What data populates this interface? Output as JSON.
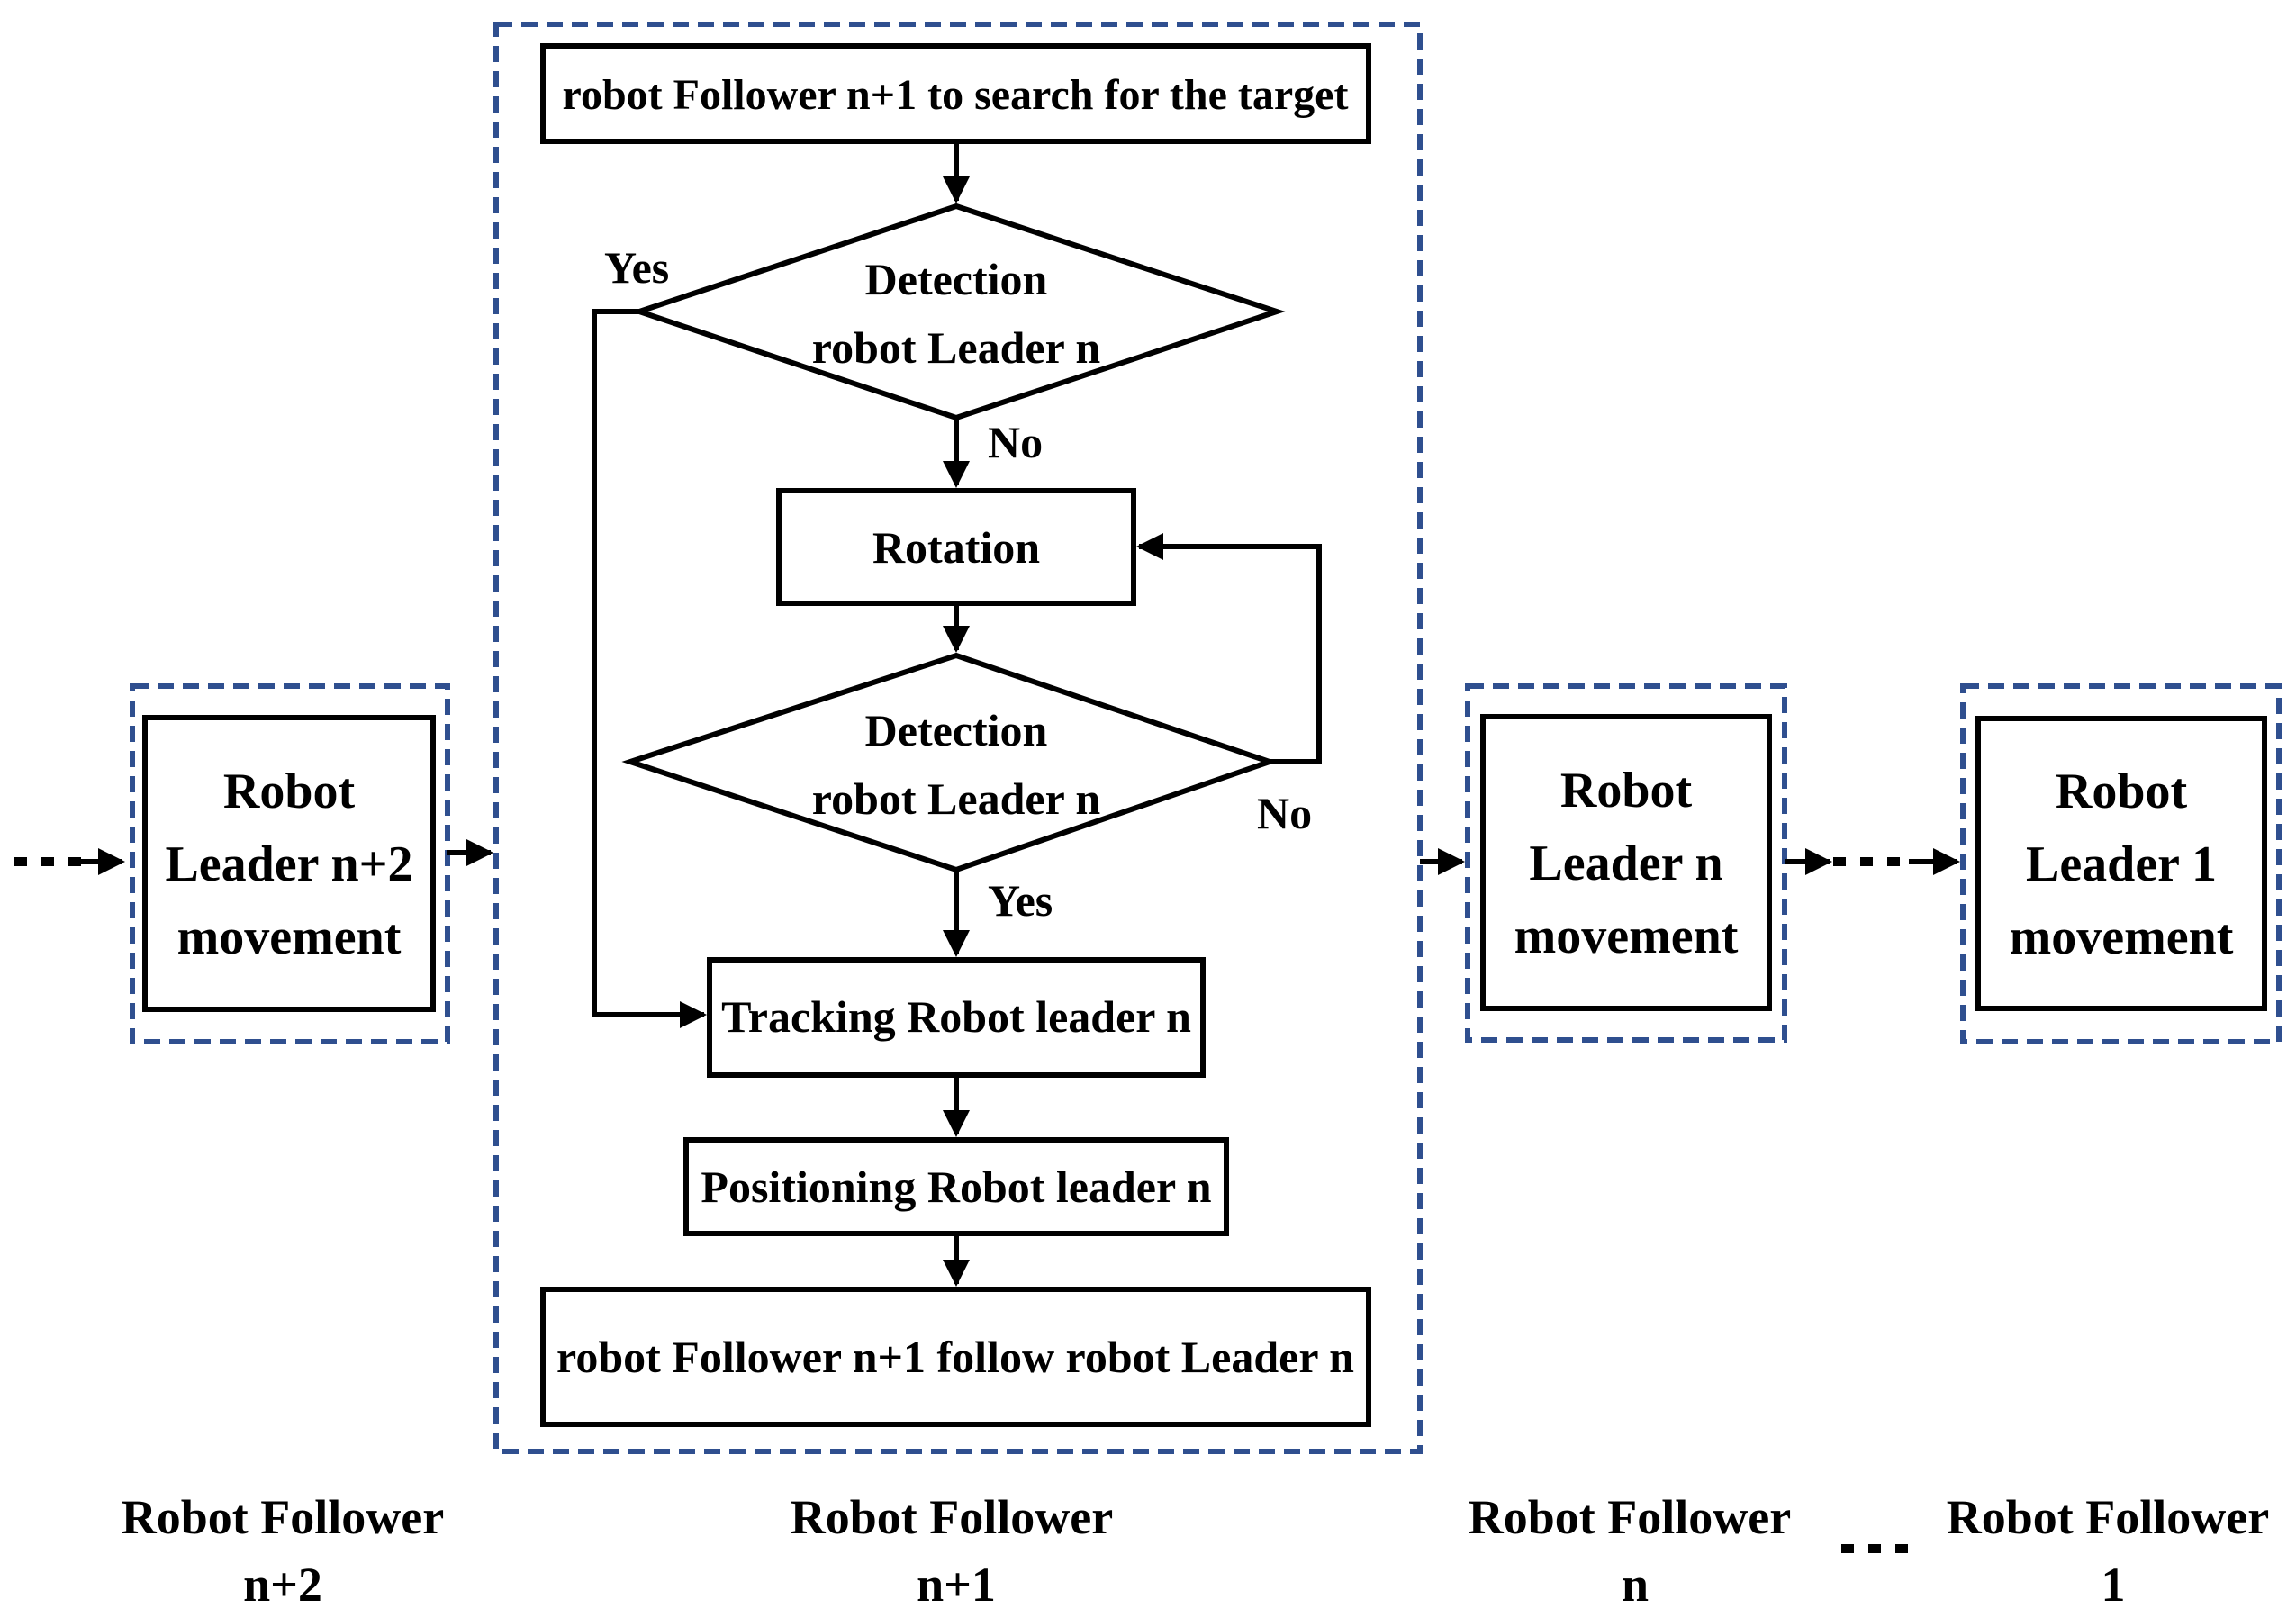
{
  "colors": {
    "dashed_border": "#2f4f8f",
    "stroke": "#000000",
    "background": "#ffffff"
  },
  "flowchart": {
    "start_box": "robot Follower n+1 to search for the target",
    "decision1": {
      "line1": "Detection",
      "line2": "robot Leader n",
      "yes_label": "Yes",
      "no_label": "No"
    },
    "rotation_box": "Rotation",
    "decision2": {
      "line1": "Detection",
      "line2": "robot Leader n",
      "yes_label": "Yes",
      "no_label": "No"
    },
    "tracking_box": "Tracking Robot leader n",
    "positioning_box": "Positioning Robot leader n",
    "follow_box": "robot Follower n+1 follow robot Leader n"
  },
  "leaders": [
    {
      "line1": "Robot",
      "line2": "Leader n+2",
      "line3": "movement"
    },
    {
      "line1": "Robot",
      "line2": "Leader n",
      "line3": "movement"
    },
    {
      "line1": "Robot",
      "line2": "Leader 1",
      "line3": "movement"
    }
  ],
  "followers": [
    {
      "line1": "Robot Follower",
      "line2": "n+2"
    },
    {
      "line1": "Robot Follower",
      "line2": "n+1"
    },
    {
      "line1": "Robot Follower",
      "line2": "n"
    },
    {
      "line1": "Robot Follower",
      "line2": "1"
    }
  ]
}
